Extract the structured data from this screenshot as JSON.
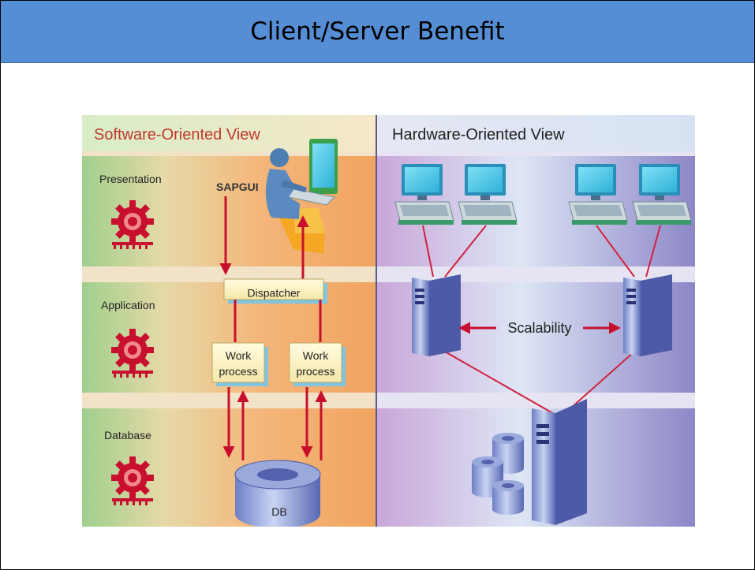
{
  "slide": {
    "title": "Client/Server Benefit"
  },
  "diagram": {
    "software_view": {
      "heading": "Software-Oriented View",
      "layers": [
        "Presentation",
        "Application",
        "Database"
      ],
      "sapgui": "SAPGUI",
      "dispatcher": "Dispatcher",
      "work_process_1": [
        "Work",
        "process"
      ],
      "work_process_2": [
        "Work",
        "process"
      ],
      "db": "DB"
    },
    "hardware_view": {
      "heading": "Hardware-Oriented View",
      "scalability": "Scalability"
    },
    "colors": {
      "title_bar": "#558ed5",
      "arrow": "#c8102e",
      "gear": "#c8102e",
      "software_heading": "#c0392b"
    }
  }
}
